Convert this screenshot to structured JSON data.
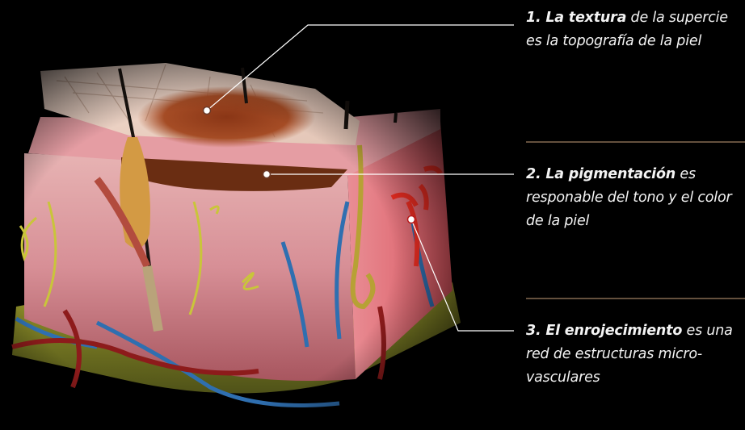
{
  "colors": {
    "background": "#000000",
    "leader_line": "#ffffff",
    "divider": "#c9a07a",
    "text": "#f3f3f3"
  },
  "annotations": [
    {
      "number": "1.",
      "title": "La textura",
      "text": " de la supercie es la topografía de la piel"
    },
    {
      "number": "2.",
      "title": "La pigmentación",
      "text": " es responable del tono y el color de la piel"
    },
    {
      "number": "3.",
      "title": "El enrojecimiento",
      "text": " es una red de estructuras micro-vasculares"
    }
  ]
}
